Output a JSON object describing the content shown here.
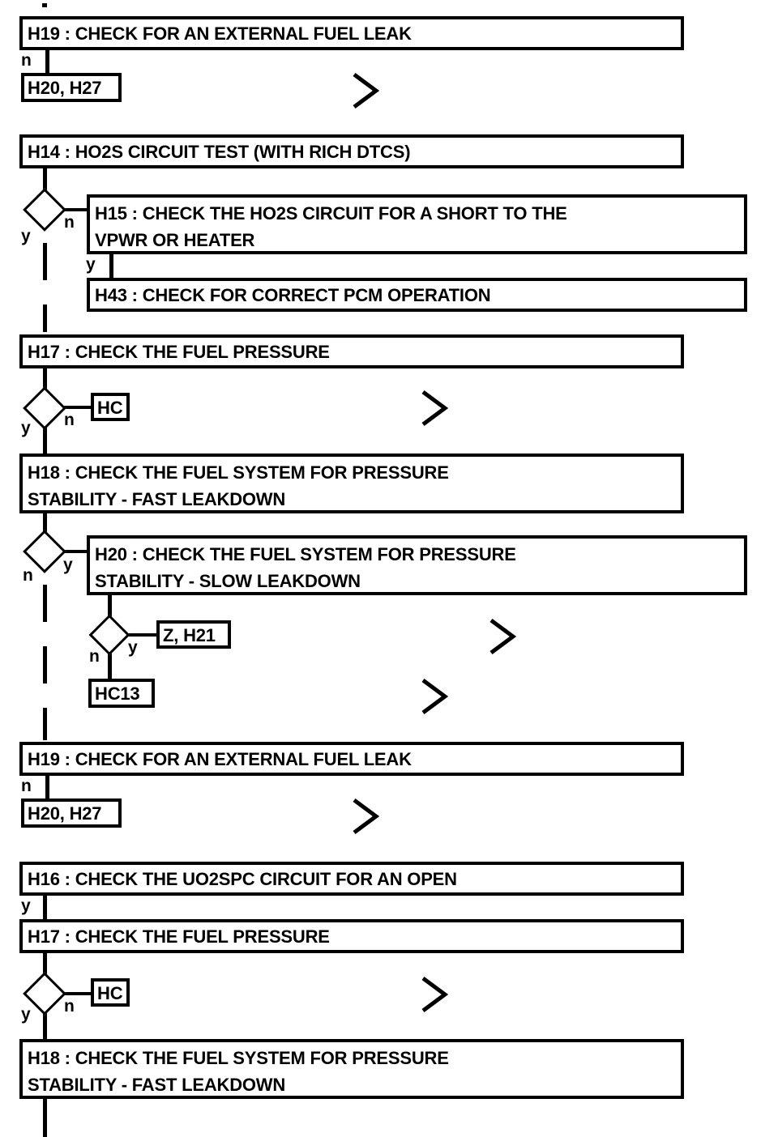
{
  "diagram": {
    "title": "Fuel system / HO2S diagnostic flowchart",
    "line_color": "#000000",
    "background": "#ffffff",
    "branch_yes": "y",
    "branch_no": "n",
    "connector_glyph": "chevron-right"
  },
  "nodes": {
    "h19_a": "H19 : CHECK FOR AN EXTERNAL FUEL LEAK",
    "h20h27_a": "H20, H27",
    "h14": "H14 : HO2S CIRCUIT TEST (WITH RICH DTCS)",
    "h15": "H15 : CHECK THE HO2S CIRCUIT FOR A SHORT TO THE\nVPWR OR HEATER",
    "h43": "H43 : CHECK FOR CORRECT PCM OPERATION",
    "h17_a": "H17 : CHECK THE FUEL PRESSURE",
    "hc_a": "HC",
    "h18_a": "H18 : CHECK THE FUEL SYSTEM FOR PRESSURE\nSTABILITY - FAST LEAKDOWN",
    "h20": "H20 : CHECK THE FUEL SYSTEM FOR PRESSURE\nSTABILITY - SLOW LEAKDOWN",
    "zh21": "Z, H21",
    "hc13": "HC13",
    "h19_b": "H19 : CHECK FOR AN EXTERNAL FUEL LEAK",
    "h20h27_b": "H20, H27",
    "h16": "H16 : CHECK THE UO2SPC CIRCUIT FOR AN OPEN",
    "h17_b": "H17 : CHECK THE FUEL PRESSURE",
    "hc_b": "HC",
    "h18_b": "H18 : CHECK THE FUEL SYSTEM FOR PRESSURE\nSTABILITY - FAST LEAKDOWN"
  },
  "labels": {
    "h19a_no": "n",
    "h14_yes": "y",
    "h14_no": "n",
    "h15_yes": "y",
    "h17a_yes": "y",
    "h17a_no": "n",
    "h18a_no": "n",
    "h18a_yes": "y",
    "h20_no": "n",
    "h20_yes": "y",
    "h19b_no": "n",
    "h16_yes": "y",
    "h17b_yes": "y",
    "h17b_no": "n"
  }
}
